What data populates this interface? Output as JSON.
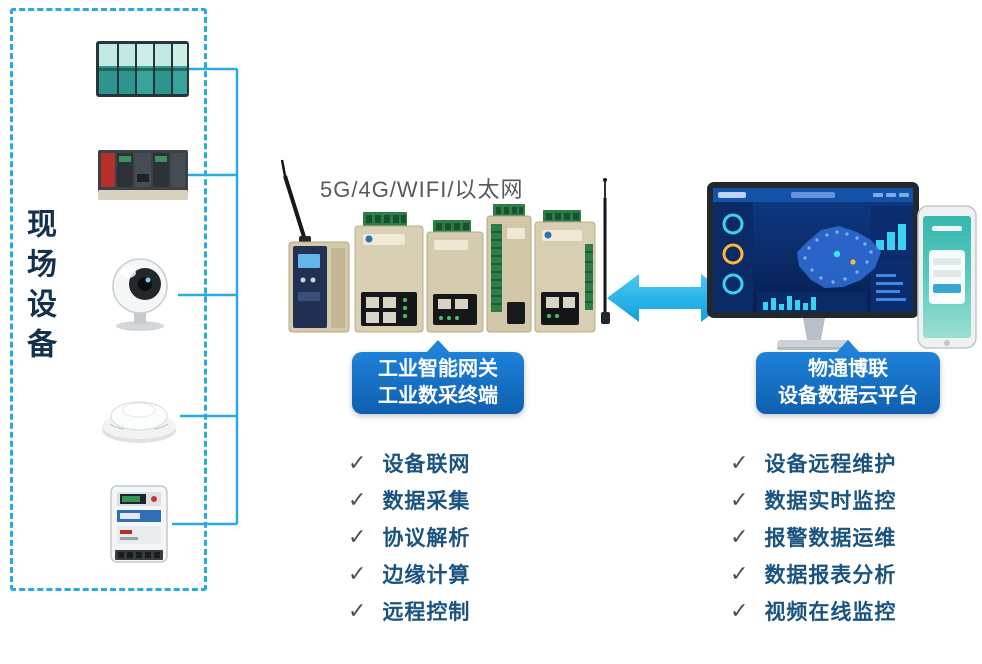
{
  "field": {
    "title": "现场设备"
  },
  "gateway": {
    "connectivity_label": "5G/4G/WIFI/以太网",
    "bubble_line1": "工业智能网关",
    "bubble_line2": "工业数采终端",
    "features": [
      "设备联网",
      "数据采集",
      "协议解析",
      "边缘计算",
      "远程控制"
    ]
  },
  "cloud": {
    "bubble_line1": "物通博联",
    "bubble_line2": "设备数据云平台",
    "features": [
      "设备远程维护",
      "数据实时监控",
      "报警数据运维",
      "数据报表分析",
      "视频在线监控"
    ]
  },
  "check_glyph": "✓",
  "icons": {
    "field_devices": [
      "plc-rack-1",
      "plc-rack-2",
      "ip-camera",
      "smoke-detector",
      "energy-meter"
    ],
    "middle": "industrial-gateway-cluster",
    "link": "double-headed-arrow",
    "right": [
      "dashboard-monitor",
      "mobile-phone"
    ]
  },
  "colors": {
    "accent_blue": "#29abe2",
    "bubble_blue": "#1e82d8",
    "feature_text_blue": "#1a5380",
    "check_gray": "#4d5156",
    "label_gray": "#58595d",
    "title_navy": "#13314e"
  }
}
